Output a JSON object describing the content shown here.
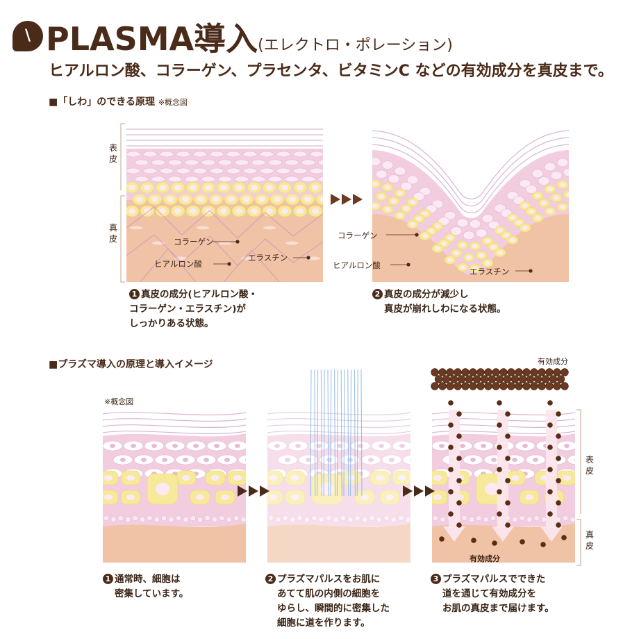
{
  "header": {
    "badge": "\\",
    "title": "PLASMA導入",
    "title_sub": "(エレクトロ・ポレーション)",
    "tagline": "ヒアルロン酸、コラーゲン、プラセンタ、ビタミンC などの有効成分を真皮まで。"
  },
  "section1": {
    "heading": "■「しわ」のできる原理",
    "note": "※概念図",
    "layer_epidermis": "表皮",
    "layer_dermis": "真皮",
    "panel1": {
      "labels": {
        "collagen": "コラーゲン",
        "elastin": "エラスチン",
        "hyaluronic": "ヒアルロン酸"
      },
      "caption_num": "1",
      "caption_lines": [
        "真皮の成分(ヒアルロン酸・",
        "コラーゲン・エラスチン)が",
        "しっかりある状態。"
      ]
    },
    "panel2": {
      "labels": {
        "collagen": "コラーゲン",
        "hyaluronic": "ヒアルロン酸",
        "elastin": "エラスチン"
      },
      "caption_num": "2",
      "caption_lines": [
        "真皮の成分が減少し",
        "真皮が崩れしわになる状態。"
      ]
    }
  },
  "section2": {
    "heading": "■プラズマ導入の原理と導入イメージ",
    "note": "※概念図",
    "active_label_top": "有効成分",
    "active_label_bottom": "有効成分",
    "layer_epidermis": "表皮",
    "layer_dermis": "真皮",
    "panel1": {
      "caption_num": "1",
      "caption_lines": [
        "通常時、細胞は",
        "密集しています。"
      ]
    },
    "panel2": {
      "caption_num": "2",
      "caption_lines": [
        "プラズマパルスをお肌に",
        "あてて肌の内側の細胞を",
        "ゆらし、瞬間的に密集した",
        "細胞に道を作ります。"
      ]
    },
    "panel3": {
      "caption_num": "3",
      "caption_lines": [
        "プラズマパルスでできた",
        "道を通じて有効成分を",
        "お肌の真皮まで届けます。"
      ]
    }
  },
  "colors": {
    "brown": "#4a2a18",
    "dot_brown": "#6b3a20",
    "skin_pink": "#f2cde0",
    "cell_yellow": "#f7e99a",
    "dermis_peach": "#f0c2a6",
    "pulse_blue": "#8fb6e6"
  }
}
